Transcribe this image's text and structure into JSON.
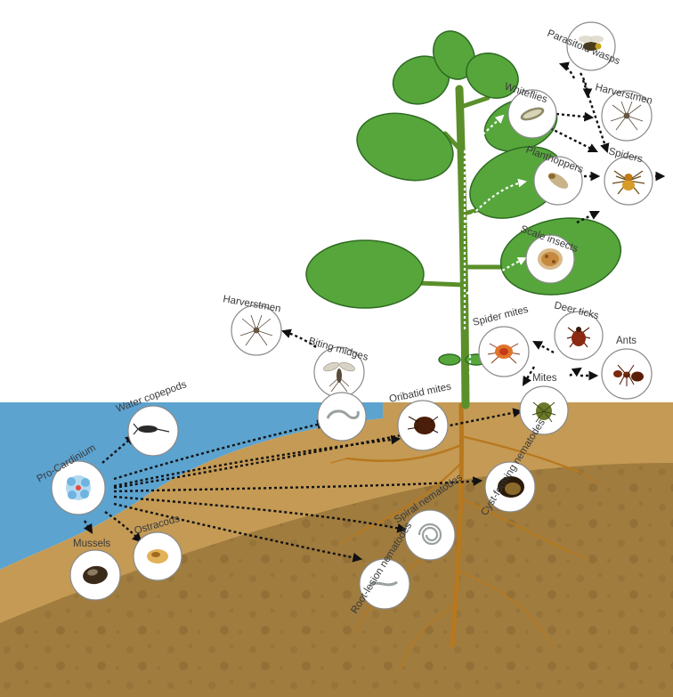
{
  "colors": {
    "water": "#5ca3cf",
    "soil_dark": "#a07c3e",
    "soil_light": "#c49a55",
    "leaf": "#56a63c",
    "leaf_dark": "#2f6b22",
    "stem": "#5b8f2a",
    "root": "#b8781e"
  },
  "nodes": {
    "parasitoid_wasps": "Parasitoid wasps",
    "whiteflies": "Whiteflies",
    "harverstmen_top": "Harverstmen",
    "spiders": "Spiders",
    "planthoppers": "Planthoppers",
    "scale_insects": "Scale insects",
    "harverstmen_left": "Harverstmen",
    "deer_ticks": "Deer ticks",
    "spider_mites": "Spider mites",
    "biting_midges": "Biting midges",
    "ants": "Ants",
    "mites": "Mites",
    "water_copepods": "Water copepods",
    "oribatid_mites": "Oribatid mites",
    "pro_cardinium": "Pro-Cardinium",
    "cyst_forming_nematodes": "Cyst-forming nematodes",
    "spiral_nematodes": "Spiral nematodes",
    "mussels": "Mussels",
    "ostracods": "Ostracods",
    "root_lesion_nematodes": "Root-lesion nematodes"
  }
}
